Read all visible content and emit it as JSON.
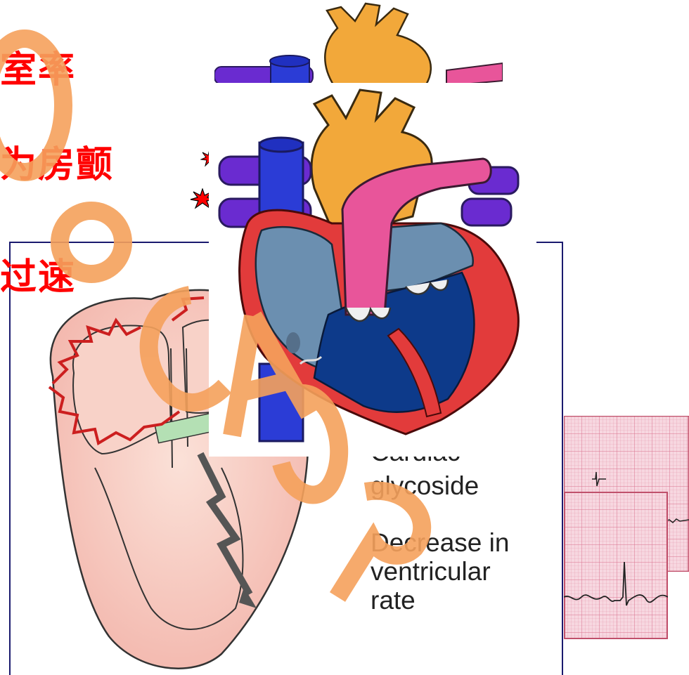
{
  "left_text": {
    "line1": "室率",
    "line2": "为房颤",
    "line3": "过速"
  },
  "figure_labels": {
    "cardiac_top": "Cardiac",
    "cardiac_bottom": "glycoside",
    "effect_line1": "Decrease in",
    "effect_line2": "ventricular",
    "effect_line3": "rate"
  },
  "colors": {
    "heading_red": "#ff0000",
    "watermark": "#f5a15c",
    "frame_navy": "#1a1a6e",
    "ecg_paper": "#f7d7e0",
    "ecg_grid": "#e59aae"
  },
  "icons": {
    "bullet": "starburst-icon",
    "heart": "heart-illustration",
    "ecg": "ecg-strip"
  }
}
